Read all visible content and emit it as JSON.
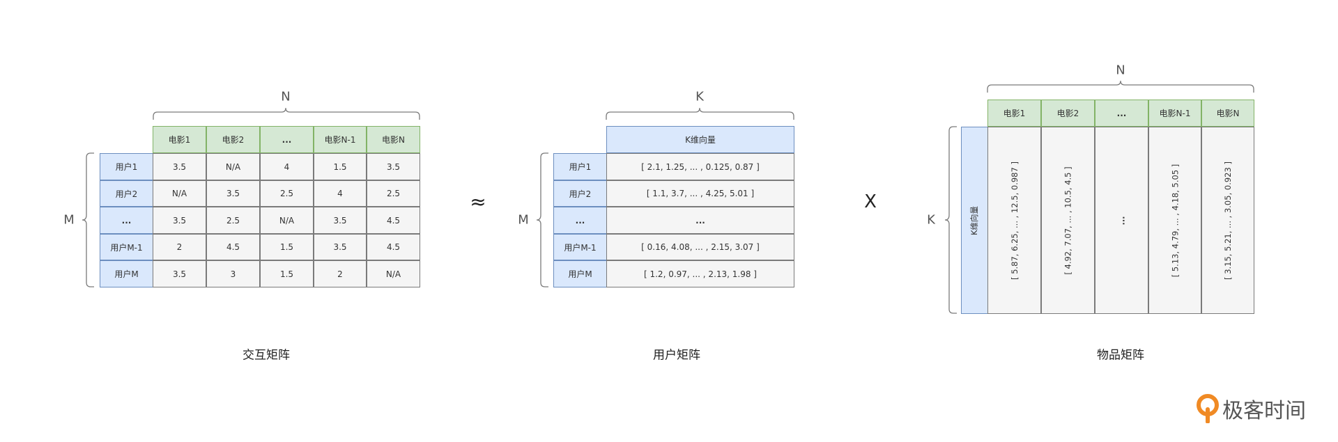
{
  "interaction_matrix": {
    "caption": "交互矩阵",
    "n_label": "N",
    "m_label": "M",
    "col_headers": [
      "电影1",
      "电影2",
      "...",
      "电影N-1",
      "电影N"
    ],
    "row_headers": [
      "用户1",
      "用户2",
      "...",
      "用户M-1",
      "用户M"
    ],
    "rows": [
      [
        "3.5",
        "N/A",
        "4",
        "1.5",
        "3.5"
      ],
      [
        "N/A",
        "3.5",
        "2.5",
        "4",
        "2.5"
      ],
      [
        "3.5",
        "2.5",
        "N/A",
        "3.5",
        "4.5"
      ],
      [
        "2",
        "4.5",
        "1.5",
        "3.5",
        "4.5"
      ],
      [
        "3.5",
        "3",
        "1.5",
        "2",
        "N/A"
      ]
    ]
  },
  "approx_symbol": "≈",
  "user_matrix": {
    "caption": "用户矩阵",
    "k_label": "K",
    "m_label": "M",
    "col_header": "K维向量",
    "row_headers": [
      "用户1",
      "用户2",
      "...",
      "用户M-1",
      "用户M"
    ],
    "vectors": [
      "[ 2.1, 1.25, ... , 0.125, 0.87 ]",
      "[ 1.1, 3.7, ... , 4.25, 5.01 ]",
      "...",
      "[ 0.16, 4.08, ... , 2.15, 3.07 ]",
      "[ 1.2, 0.97, ... , 2.13, 1.98 ]"
    ]
  },
  "multiply_symbol": "X",
  "item_matrix": {
    "caption": "物品矩阵",
    "n_label": "N",
    "k_label": "K",
    "row_header": "K维向量",
    "col_headers": [
      "电影1",
      "电影2",
      "...",
      "电影N-1",
      "电影N"
    ],
    "vectors": [
      "[ 5.87, 6.25, ... , 12.5, 0.987 ]",
      "[ 4.92, 7.07, ... , 10.5, 4.5 ]",
      "...",
      "[ 5.13, 4.79, ... , 4.18, 5.05 ]",
      "[ 3.15, 5.21, ... , 3.05, 0.923 ]"
    ]
  },
  "logo": {
    "text": "极客时间",
    "icon": "geektime-logo-icon",
    "color": "#f08a24"
  }
}
